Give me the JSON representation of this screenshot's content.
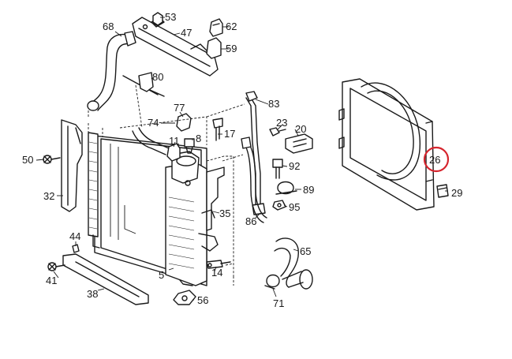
{
  "diagram": {
    "highlight_color": "#d6252e",
    "labels": {
      "p53": "53",
      "p47": "47",
      "p62": "62",
      "p59": "59",
      "p68": "68",
      "p80": "80",
      "p77": "77",
      "p83": "83",
      "p74": "74",
      "p17": "17",
      "p23": "23",
      "p20": "20",
      "p26": "26",
      "p11": "11",
      "p8": "8",
      "p50": "50",
      "p92": "92",
      "p29": "29",
      "p89": "89",
      "p32": "32",
      "p95": "95",
      "p35": "35",
      "p86": "86",
      "p44": "44",
      "p65": "65",
      "p41": "41",
      "p5": "5",
      "p14": "14",
      "p38": "38",
      "p71": "71",
      "p56": "56"
    }
  }
}
